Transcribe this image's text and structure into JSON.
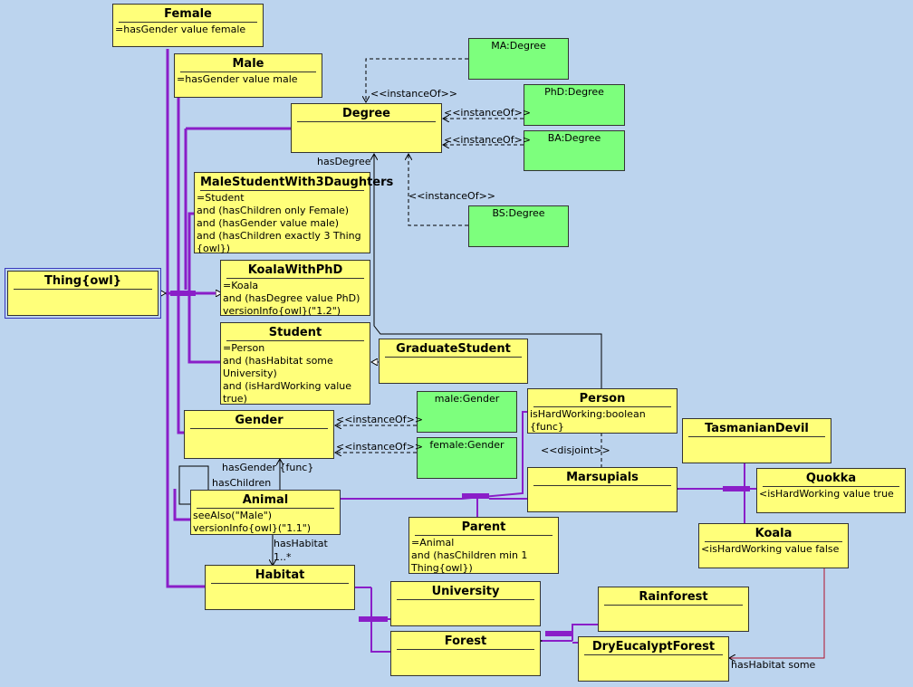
{
  "classes": {
    "female": {
      "name": "Female",
      "lines": [
        "=hasGender value female"
      ]
    },
    "male": {
      "name": "Male",
      "lines": [
        "=hasGender value male"
      ]
    },
    "degree": {
      "name": "Degree",
      "lines": []
    },
    "malestudent3d": {
      "name": "MaleStudentWith3Daughters",
      "lines": [
        "=Student",
        " and (hasChildren only Female)",
        " and (hasGender value male)",
        " and (hasChildren exactly 3 Thing",
        "{owl})"
      ]
    },
    "thing": {
      "name": "Thing{owl}",
      "lines": []
    },
    "koalaphd": {
      "name": "KoalaWithPhD",
      "lines": [
        "=Koala",
        " and (hasDegree value PhD)",
        "versionInfo{owl}(\"1.2\")"
      ]
    },
    "student": {
      "name": "Student",
      "lines": [
        "=Person",
        " and (hasHabitat some",
        "University)",
        " and (isHardWorking value",
        "true)"
      ]
    },
    "gradstudent": {
      "name": "GraduateStudent",
      "lines": []
    },
    "person": {
      "name": "Person",
      "lines": [
        "isHardWorking:boolean",
        "{func}"
      ]
    },
    "gender": {
      "name": "Gender",
      "lines": []
    },
    "tasdevil": {
      "name": "TasmanianDevil",
      "lines": []
    },
    "marsupials": {
      "name": "Marsupials",
      "lines": []
    },
    "quokka": {
      "name": "Quokka",
      "lines": [
        "<isHardWorking value true"
      ]
    },
    "animal": {
      "name": "Animal",
      "lines": [
        "seeAlso(\"Male\")",
        "versionInfo{owl}(\"1.1\")"
      ]
    },
    "parent": {
      "name": "Parent",
      "lines": [
        "=Animal",
        " and (hasChildren min 1",
        "Thing{owl})"
      ]
    },
    "koala": {
      "name": "Koala",
      "lines": [
        "<isHardWorking value false"
      ]
    },
    "habitat": {
      "name": "Habitat",
      "lines": []
    },
    "university": {
      "name": "University",
      "lines": []
    },
    "rainforest": {
      "name": "Rainforest",
      "lines": []
    },
    "forest": {
      "name": "Forest",
      "lines": []
    },
    "dryeuc": {
      "name": "DryEucalyptForest",
      "lines": []
    }
  },
  "individuals": {
    "ma": "MA:Degree",
    "phd": "PhD:Degree",
    "ba": "BA:Degree",
    "bs": "BS:Degree",
    "male_g": "male:Gender",
    "female_g": "female:Gender"
  },
  "labels": {
    "inst_ma": "<<instanceOf>>",
    "inst_phd": "<<instanceOf>>",
    "inst_ba": "<<instanceOf>>",
    "inst_bs": "<<instanceOf>>",
    "inst_male": "<<instanceOf>>",
    "inst_female": "<<instanceOf>>",
    "hasdegree": "hasDegree",
    "disjoint": "<<disjoint>>",
    "hasgender": "hasGender {func}",
    "haschildren": "hasChildren",
    "hashabitat": "hasHabitat",
    "mult": "1..*",
    "hashabitat_some": "hasHabitat  some"
  },
  "colors": {
    "class_fill": "#ffff7a",
    "individual_fill": "#7dff7d",
    "background": "#bcd4ee",
    "generalization": "#8a1ec8",
    "association": "#b0102a",
    "thing_border": "#3a3abf"
  }
}
